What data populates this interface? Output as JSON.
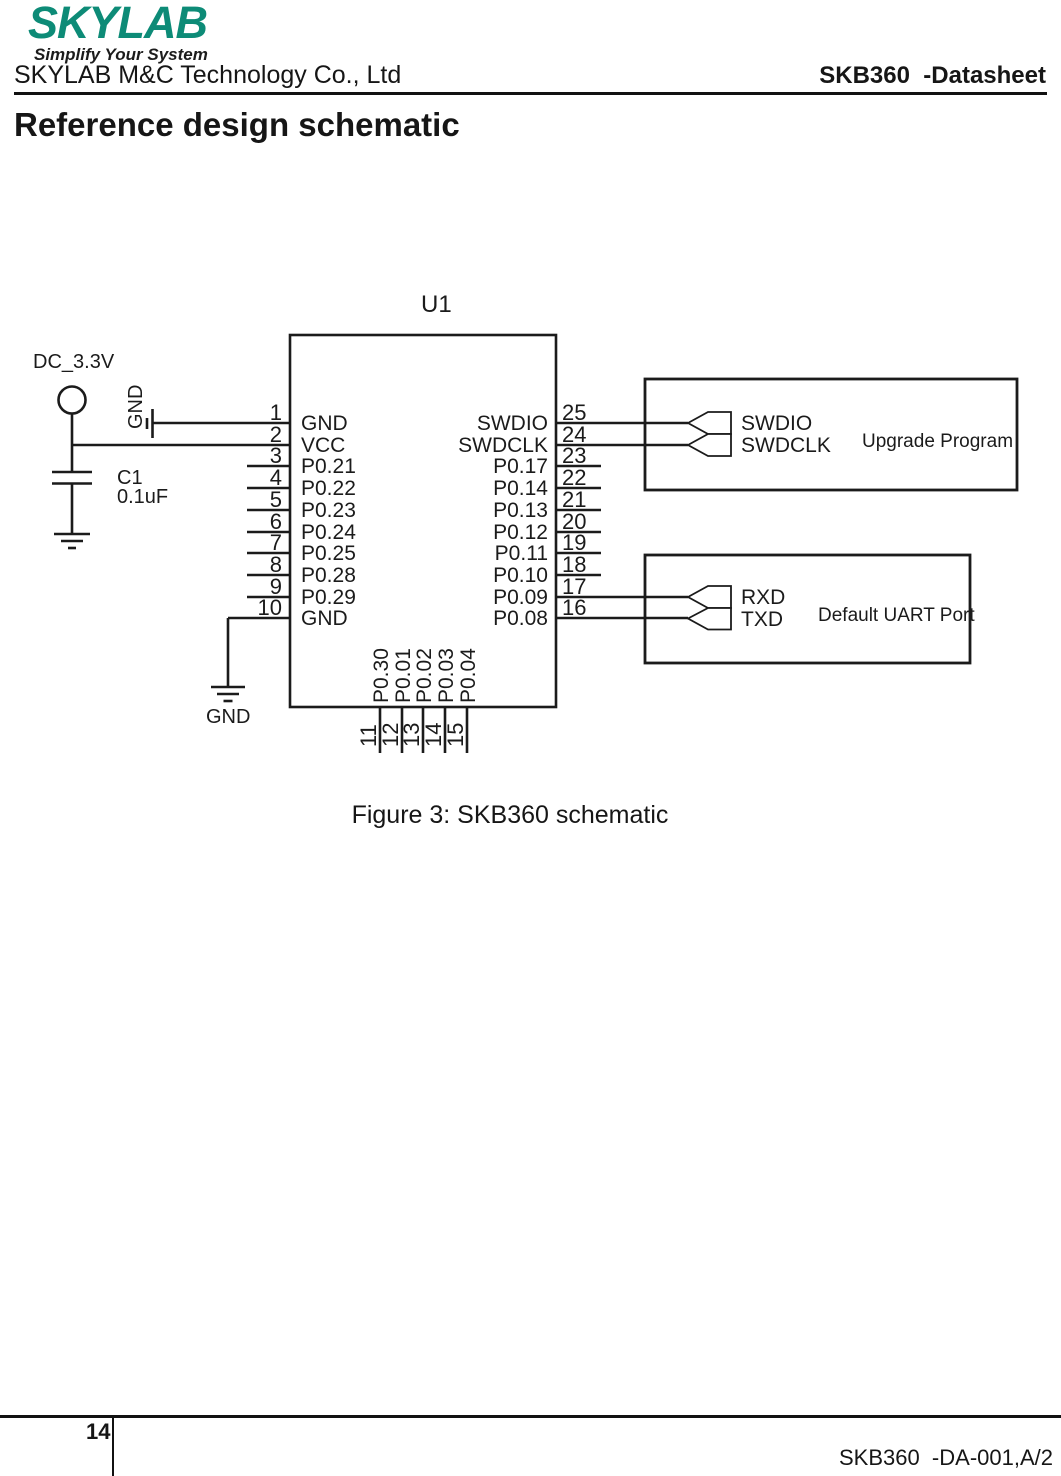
{
  "header": {
    "logo_text": "SKYLAB",
    "tagline": "Simplify Your System",
    "company": "SKYLAB M&C Technology Co., Ltd",
    "doc_title": "SKB360  -Datasheet",
    "logo_color": "#0d8b77"
  },
  "page": {
    "title": "Reference design schematic",
    "caption": "Figure 3: SKB360 schematic",
    "number": "14",
    "doc_ref": "SKB360  -DA-001,A/2"
  },
  "schematic": {
    "designator": "U1",
    "power_rail": "DC_3.3V",
    "cap_ref": "C1",
    "cap_value": "0.1uF",
    "gnd_top": "GND",
    "gnd_bottom": "GND",
    "left_pins": [
      {
        "num": "1",
        "label": "GND"
      },
      {
        "num": "2",
        "label": "VCC"
      },
      {
        "num": "3",
        "label": "P0.21"
      },
      {
        "num": "4",
        "label": "P0.22"
      },
      {
        "num": "5",
        "label": "P0.23"
      },
      {
        "num": "6",
        "label": "P0.24"
      },
      {
        "num": "7",
        "label": "P0.25"
      },
      {
        "num": "8",
        "label": "P0.28"
      },
      {
        "num": "9",
        "label": "P0.29"
      },
      {
        "num": "10",
        "label": "GND"
      }
    ],
    "right_pins": [
      {
        "num": "25",
        "label": "SWDIO"
      },
      {
        "num": "24",
        "label": "SWDCLK"
      },
      {
        "num": "23",
        "label": "P0.17"
      },
      {
        "num": "22",
        "label": "P0.14"
      },
      {
        "num": "21",
        "label": "P0.13"
      },
      {
        "num": "20",
        "label": "P0.12"
      },
      {
        "num": "19",
        "label": "P0.11"
      },
      {
        "num": "18",
        "label": "P0.10"
      },
      {
        "num": "17",
        "label": "P0.09"
      },
      {
        "num": "16",
        "label": "P0.08"
      }
    ],
    "bottom_pins": [
      {
        "num": "11",
        "label": "P0.30"
      },
      {
        "num": "12",
        "label": "P0.01"
      },
      {
        "num": "13",
        "label": "P0.02"
      },
      {
        "num": "14",
        "label": "P0.03"
      },
      {
        "num": "15",
        "label": "P0.04"
      }
    ],
    "ports": [
      {
        "label": "Upgrade Program",
        "signals": [
          "SWDIO",
          "SWDCLK"
        ]
      },
      {
        "label": "Default UART Port",
        "signals": [
          "RXD",
          "TXD"
        ]
      }
    ]
  }
}
